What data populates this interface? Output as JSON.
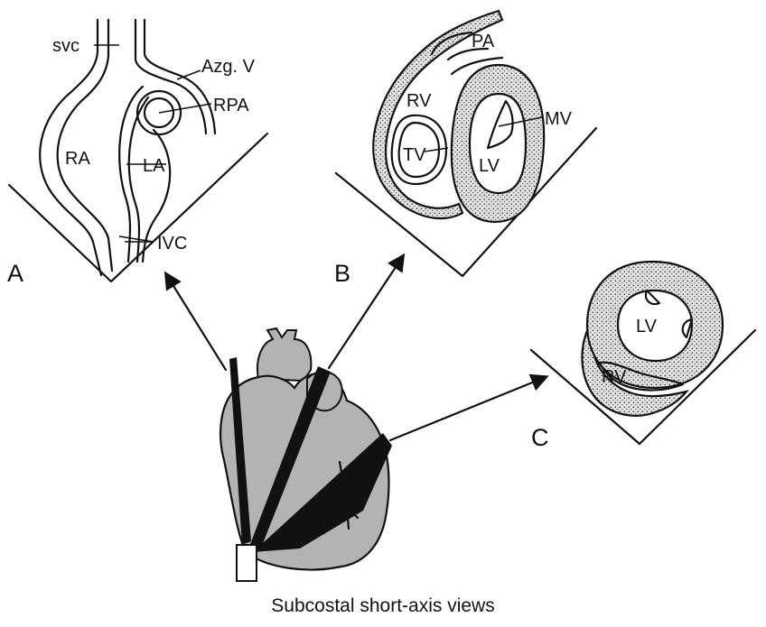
{
  "panel_a": {
    "letter": "A",
    "labels": {
      "svc": "svc",
      "azg": "Azg. V",
      "rpa": "RPA",
      "ra": "RA",
      "la": "LA",
      "ivc": "IVC"
    }
  },
  "panel_b": {
    "letter": "B",
    "labels": {
      "pa": "PA",
      "rv": "RV",
      "mv": "MV",
      "tv": "TV",
      "lv": "LV"
    }
  },
  "panel_c": {
    "letter": "C",
    "labels": {
      "lv": "LV",
      "rv": "RV"
    }
  },
  "caption": "Subcostal short-axis views",
  "colors": {
    "heart_fill": "#b3b3b3",
    "muscle_fill": "#d9d9d9",
    "plane_fill": "#111111",
    "ink": "#111111"
  }
}
